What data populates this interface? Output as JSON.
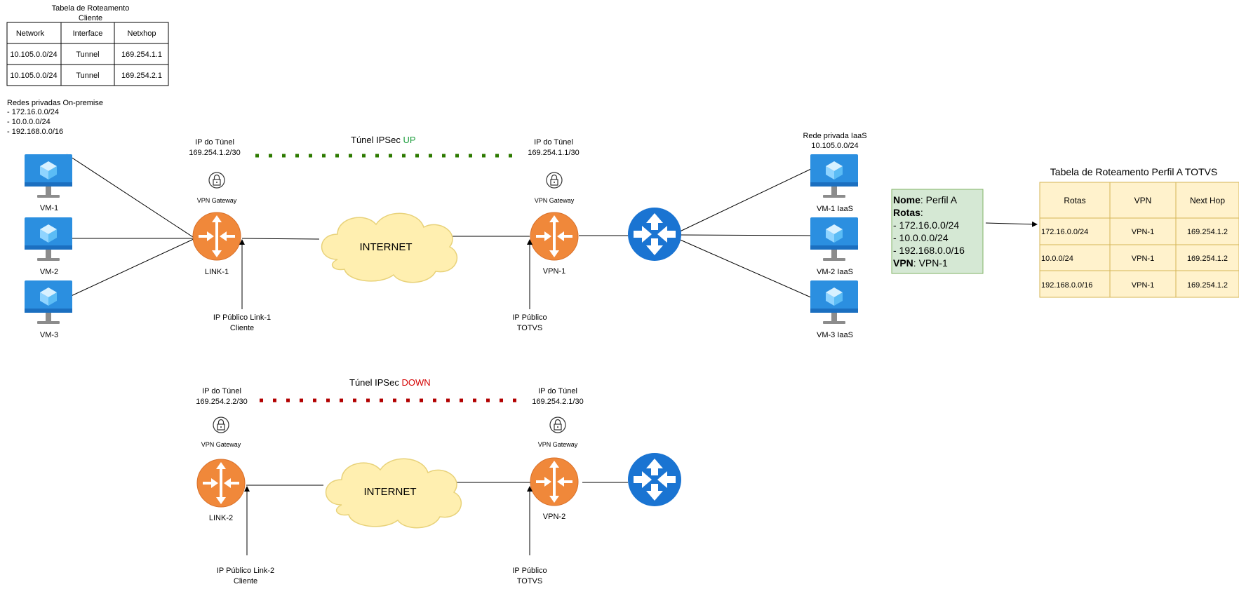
{
  "client_routing_table": {
    "title_line1": "Tabela de Roteamento",
    "title_line2": "Cliente",
    "headers": [
      "Network",
      "Interface",
      "Netxhop"
    ],
    "rows": [
      [
        "10.105.0.0/24",
        "Tunnel",
        "169.254.1.1"
      ],
      [
        "10.105.0.0/24",
        "Tunnel",
        "169.254.2.1"
      ]
    ]
  },
  "onprem": {
    "title": "Redes privadas On-premise",
    "nets": [
      "- 172.16.0.0/24",
      "- 10.0.0.0/24",
      "- 192.168.0.0/16"
    ],
    "vms": [
      "VM-1",
      "VM-2",
      "VM-3"
    ]
  },
  "top": {
    "tunnel_title": "Túnel IPSec ",
    "tunnel_state": "UP",
    "tunnel_state_color": "#1e9e3e",
    "tunnel_dots_color": "#2d7a00",
    "left_tunnel_ip_label": "IP do Túnel",
    "left_tunnel_ip": "169.254.1.2/30",
    "right_tunnel_ip_label": "IP do Túnel",
    "right_tunnel_ip": "169.254.1.1/30",
    "vpn_gateway_left": "VPN Gateway",
    "vpn_gateway_right": "VPN Gateway",
    "left_router": "LINK-1",
    "right_router": "VPN-1",
    "internet": "INTERNET",
    "left_public_ip_line1": "IP Público Link-1",
    "left_public_ip_line2": "Cliente",
    "right_public_ip_line1": "IP Público",
    "right_public_ip_line2": "TOTVS"
  },
  "bottom": {
    "tunnel_title": "Túnel IPSec ",
    "tunnel_state": "DOWN",
    "tunnel_state_color": "#d40000",
    "tunnel_dots_color": "#b20000",
    "left_tunnel_ip_label": "IP do Túnel",
    "left_tunnel_ip": "169.254.2.2/30",
    "right_tunnel_ip_label": "IP do Túnel",
    "right_tunnel_ip": "169.254.2.1/30",
    "vpn_gateway_left": "VPN Gateway",
    "vpn_gateway_right": "VPN Gateway",
    "left_router": "LINK-2",
    "right_router": "VPN-2",
    "internet": "INTERNET",
    "left_public_ip_line1": "IP Público Link-2",
    "left_public_ip_line2": "Cliente",
    "right_public_ip_line1": "IP Público",
    "right_public_ip_line2": "TOTVS"
  },
  "iaas": {
    "title": "Rede privada IaaS",
    "net": "10.105.0.0/24",
    "vms": [
      "VM-1 IaaS",
      "VM-2 IaaS",
      "VM-3 IaaS"
    ]
  },
  "profile": {
    "name_key": "Nome",
    "name_value": ": Perfil A",
    "routes_key": "Rotas",
    "routes_suffix": ":",
    "routes": [
      "- 172.16.0.0/24",
      "- 10.0.0.0/24",
      "- 192.168.0.0/16"
    ],
    "vpn_key": "VPN",
    "vpn_value": ": VPN-1"
  },
  "totvs_routing_table": {
    "title": "Tabela de Roteamento Perfil A TOTVS",
    "headers": [
      "Rotas",
      "VPN",
      "Next Hop"
    ],
    "rows": [
      [
        "172.16.0.0/24",
        "VPN-1",
        "169.254.1.2"
      ],
      [
        "10.0.0/24",
        "VPN-1",
        "169.254.1.2"
      ],
      [
        "192.168.0.0/16",
        "VPN-1",
        "169.254.1.2"
      ]
    ]
  },
  "colors": {
    "vm_blue": "#2b8fe0",
    "router_orange": "#f0883a",
    "azure_router_blue": "#1a74d2",
    "cloud_fill": "#ffefb0",
    "cloud_stroke": "#e8d27a",
    "profile_fill": "#d5e8d4",
    "profile_stroke": "#82b366",
    "table_fill": "#fff2cc",
    "table_stroke": "#d6b656"
  }
}
